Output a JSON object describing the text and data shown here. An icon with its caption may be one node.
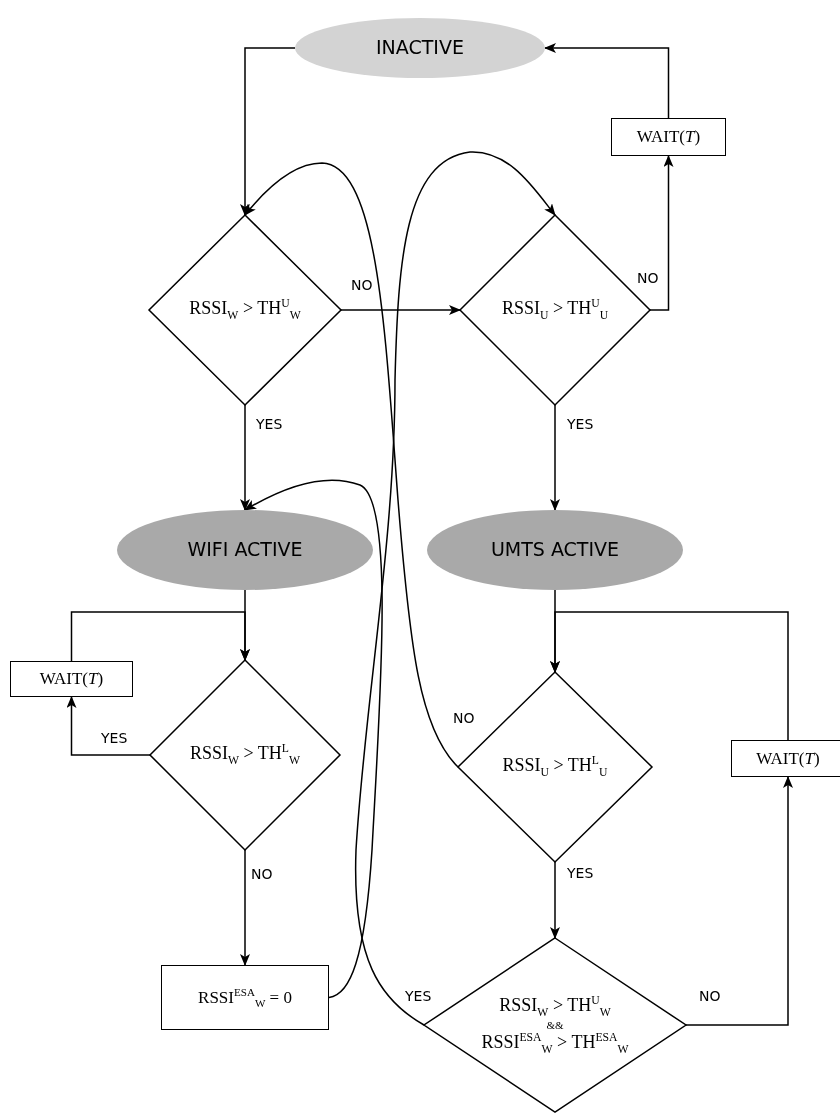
{
  "diagram": {
    "nodes": [
      {
        "text": [
          "INACTIVE"
        ]
      },
      {
        "text": [
          "WAIT(*T*)"
        ]
      },
      {
        "text": [
          "RSSI$_{W}$ > TH$^{U}$$_{W}$"
        ]
      },
      {
        "text": [
          "RSSI$_{U}$ > TH$^{U}$$_{U}$"
        ]
      },
      {
        "text": [
          "WIFI ACTIVE"
        ]
      },
      {
        "text": [
          "UMTS ACTIVE"
        ]
      },
      {
        "text": [
          "WAIT(*T*)"
        ]
      },
      {
        "text": [
          "RSSI$_{W}$ > TH$^{L}$$_{W}$"
        ]
      },
      {
        "text": [
          "RSSI$_{U}$ > TH$^{L}$$_{U}$"
        ]
      },
      {
        "text": [
          "WAIT(*T*)"
        ]
      },
      {
        "text": [
          "RSSI$^{ESA}$$_{W}$ = 0"
        ]
      },
      {
        "text": [
          "RSSI$_{W}$ > TH$^{U}$$_{W}$",
          "&&",
          "RSSI$^{ESA}$$_{W}$ > TH$^{ESA}$$_{W}$"
        ]
      }
    ],
    "edges": [
      {
        "from": 0,
        "to": 2,
        "arrow": "to"
      },
      {
        "from": 2,
        "to": 3,
        "arrow": "to",
        "label": "NO"
      },
      {
        "from": 3,
        "to": 1,
        "arrow": "to",
        "label": "NO"
      },
      {
        "from": 1,
        "to": 0,
        "arrow": "to"
      },
      {
        "from": 2,
        "to": 4,
        "arrow": "to",
        "label": "YES"
      },
      {
        "from": 3,
        "to": 5,
        "arrow": "to",
        "label": "YES"
      },
      {
        "from": 4,
        "to": 7,
        "arrow": "to"
      },
      {
        "from": 7,
        "to": 6,
        "arrow": "to",
        "label": "YES"
      },
      {
        "from": 6,
        "to": 7,
        "arrow": "to"
      },
      {
        "from": 7,
        "to": 10,
        "arrow": "to",
        "label": "NO"
      },
      {
        "from": 10,
        "to": 4,
        "arrow": "to"
      },
      {
        "from": 8,
        "to": 2,
        "arrow": "to",
        "label": "NO"
      },
      {
        "from": 11,
        "to": 3,
        "arrow": "to",
        "label": "YES"
      },
      {
        "from": 5,
        "to": 8,
        "arrow": "to"
      },
      {
        "from": 8,
        "to": 11,
        "arrow": "to",
        "label": "YES"
      },
      {
        "from": 11,
        "to": 9,
        "arrow": "to",
        "label": "NO"
      },
      {
        "from": 9,
        "to": 8,
        "arrow": "to"
      }
    ]
  }
}
